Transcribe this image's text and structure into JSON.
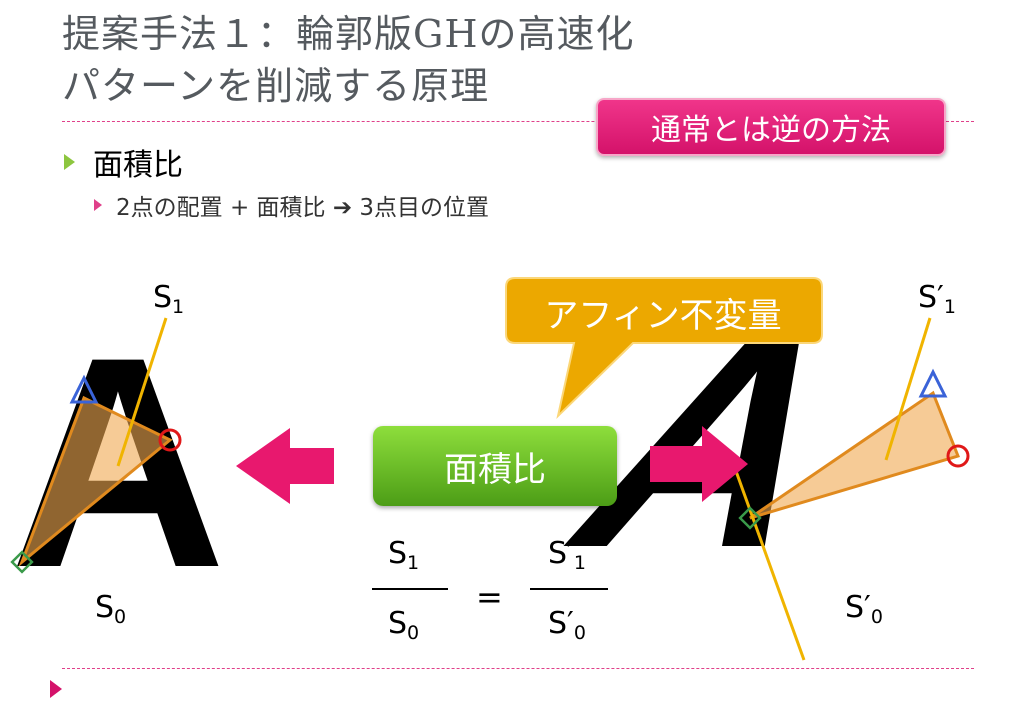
{
  "title": {
    "line1": "提案手法１：輪郭版GHの高速化",
    "line2": "パターンを削減する原理"
  },
  "callout_reverse": "通常とは逆の方法",
  "bullet_main": "面積比",
  "bullet_sub": "2点の配置 + 面積比 ➔ 3点目の位置",
  "affine_label": "アフィン不変量",
  "area_ratio_label": "面積比",
  "left_shape": {
    "letter": "A",
    "s1": "S",
    "s1_sub": "1",
    "s0": "S",
    "s0_sub": "0"
  },
  "right_shape": {
    "letter": "A",
    "s1": "S′",
    "s1_sub": "1",
    "s0": "S′",
    "s0_sub": "0"
  },
  "formula": {
    "num_left": "S",
    "num_left_sub": "1",
    "den_left": "S",
    "den_left_sub": "0",
    "equals": "=",
    "num_right": "S′",
    "num_right_sub": "1",
    "den_right": "S′",
    "den_right_sub": "0"
  },
  "colors": {
    "accent_pink": "#e0408a",
    "green": "#6cc52a",
    "orange": "#f0b400",
    "triangle_edge": "#e08a1e"
  }
}
